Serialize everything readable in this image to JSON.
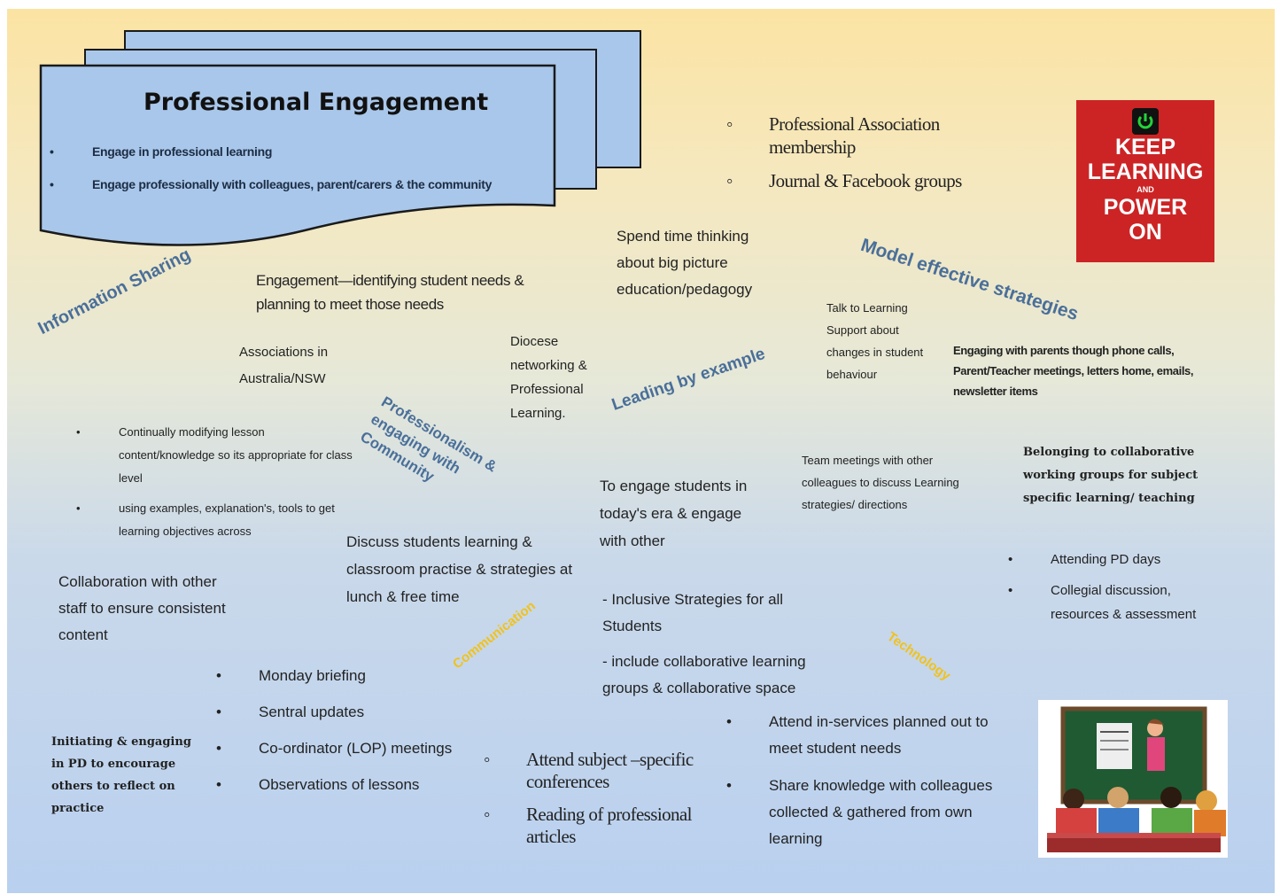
{
  "header": {
    "title": "Professional Engagement",
    "bullets": [
      "Engage in professional learning",
      "Engage  professionally with colleagues, parent/carers & the community"
    ]
  },
  "top_right_list": [
    "Professional Association membership",
    "Journal & Facebook groups"
  ],
  "poster_logo": {
    "line1": "KEEP",
    "line2": "LEARNING",
    "line3": "AND",
    "line4": "POWER",
    "line5": "ON",
    "icon": "power-icon"
  },
  "labels": {
    "info_sharing": "Information Sharing",
    "model_strategies": "Model effective strategies",
    "leading": "Leading by example",
    "professionalism": "Professionalism & engaging with Community",
    "communication": "Communication",
    "technology": "Technology"
  },
  "notes": {
    "big_picture": "Spend time thinking about big picture education/pedagogy",
    "engagement": "Engagement—identifying student needs & planning to meet those needs",
    "associations": "Associations in Australia/NSW",
    "diocese": "Diocese networking & Professional Learning.",
    "talk_support": "Talk to Learning Support about changes in student behaviour",
    "parents": "Engaging with parents though phone calls, Parent/Teacher meetings, letters home, emails, newsletter items",
    "team_meetings": "Team meetings with other colleagues to discuss Learning strategies/ directions",
    "belonging": "Belonging to collaborative working groups for subject specific learning/ teaching",
    "to_engage": "To engage students in today's era & engage with other",
    "discuss": "Discuss students learning & classroom practise & strategies at lunch & free time",
    "collaboration": "Collaboration with other staff to ensure consistent content",
    "inclusive": "- Inclusive Strategies for all Students",
    "collab_groups": "- include collaborative learning groups &   collaborative space",
    "initiating": "Initiating & engaging in PD to encourage others to reflect on practice"
  },
  "lists": {
    "modifying": [
      "Continually modifying lesson content/knowledge so its appropriate for class level",
      "using examples, explanation's, tools to get learning objectives across"
    ],
    "pd_days": [
      "Attending PD days",
      "Collegial discussion, resources & assessment"
    ],
    "briefing": [
      "Monday briefing",
      "Sentral updates",
      "Co-ordinator (LOP) meetings",
      "Observations of lessons"
    ],
    "conferences": [
      "Attend subject –specific conferences",
      "Reading of professional articles"
    ],
    "inservices": [
      "Attend in-services planned out to meet student needs",
      "Share knowledge with colleagues collected & gathered from  own learning"
    ]
  },
  "colors": {
    "card": "#a9c7ea",
    "label_blue": "#4a6f99",
    "label_gold": "#f1c21a",
    "poster_red": "#cc2425"
  },
  "classroom_image": "classroom-clipart"
}
